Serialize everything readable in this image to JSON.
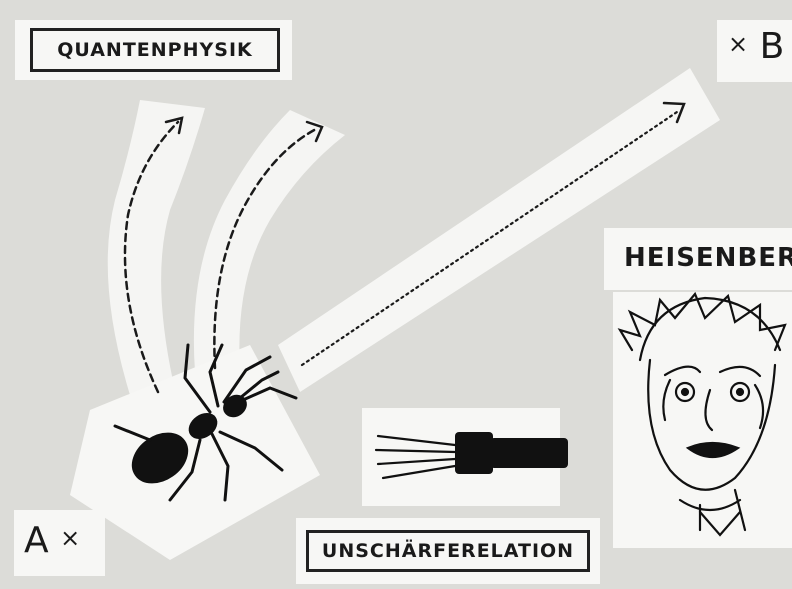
{
  "labels": {
    "quantenphysik": "QUANTENPHYSIK",
    "heisenberg": "HEISENBERG",
    "unschaerferelation": "UNSCHÄRFERELATION",
    "point_a": "A",
    "point_b": "B",
    "cross_mark": "×"
  },
  "icons": {
    "ant": "ant-icon",
    "flashlight": "flashlight-icon",
    "portrait": "heisenberg-portrait-icon",
    "arrows": [
      "dashed-curved-arrow-icon",
      "dashed-curved-arrow-icon",
      "dotted-straight-arrow-icon"
    ]
  },
  "colors": {
    "background": "#d9d8d4",
    "paper": "#f7f7f5",
    "ink": "#1a1a1a"
  }
}
